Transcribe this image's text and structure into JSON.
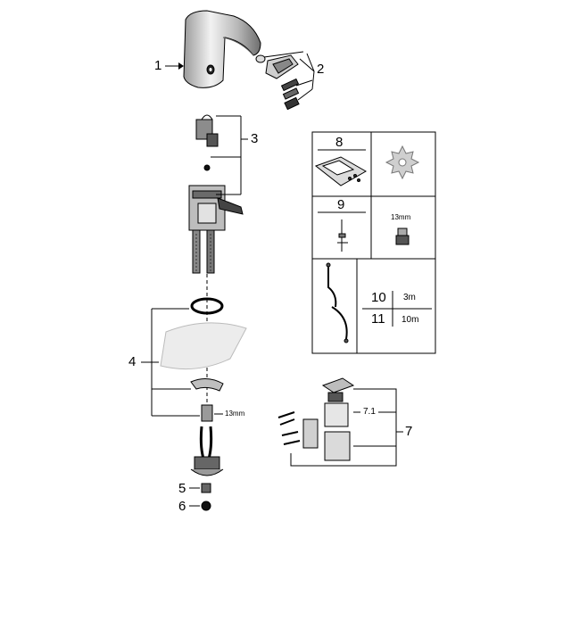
{
  "callouts": {
    "c1": "1",
    "c2": "2",
    "c3": "3",
    "c4": "4",
    "c5": "5",
    "c6": "6",
    "c7": "7",
    "c7_1": "7.1",
    "c8": "8",
    "c9": "9",
    "c10": "10",
    "c11": "11"
  },
  "labels": {
    "wrench_size_main": "13mm",
    "wrench_size_box": "13mm",
    "hose_short": "3m",
    "hose_long": "10m"
  },
  "colors": {
    "line": "#000000",
    "fill_dark": "#3c3c3c",
    "fill_mid": "#8a8a8a",
    "fill_light": "#d4d4d4",
    "fill_pale": "#eeeeee"
  }
}
